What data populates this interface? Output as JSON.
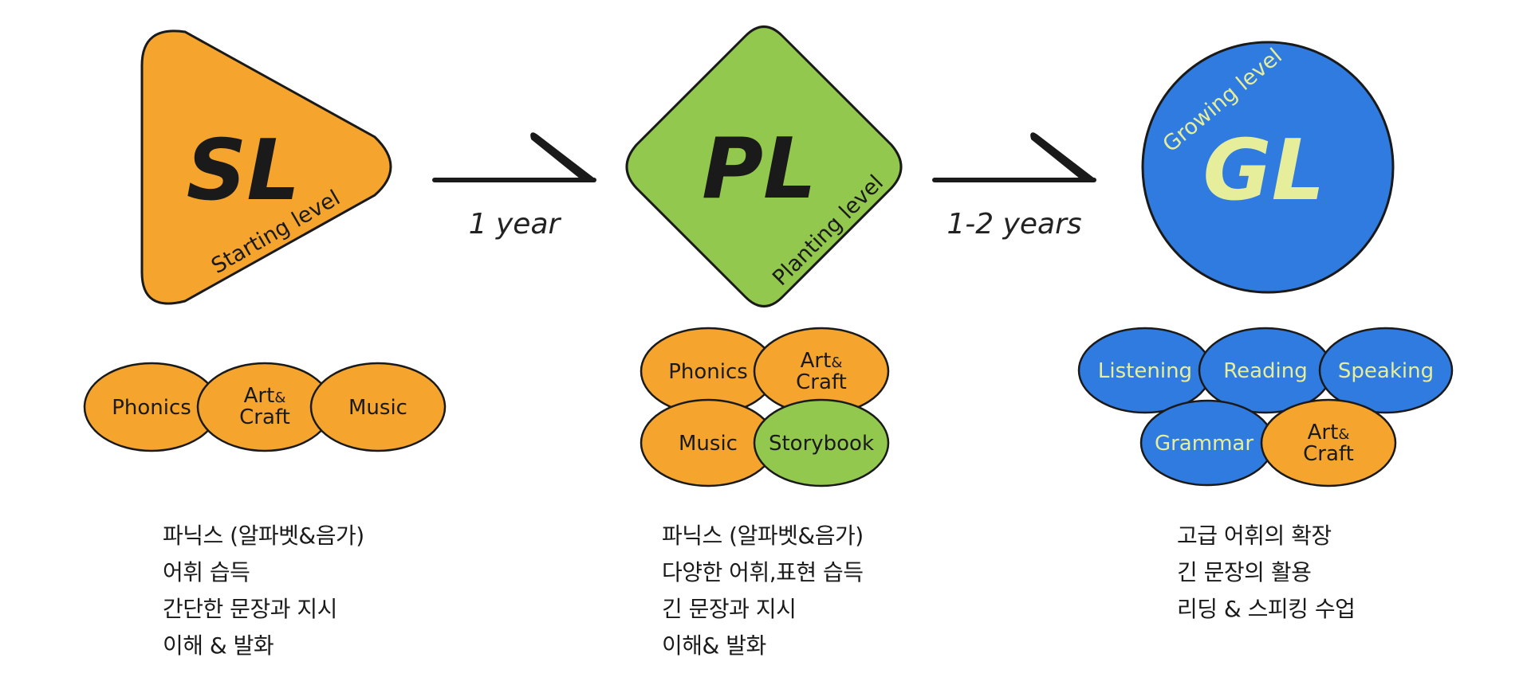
{
  "levels": [
    {
      "code": "SL",
      "name": "Starting level",
      "shape": "triangle",
      "color": "#F5A52E",
      "code_color": "#1a1a1a",
      "bubbles": [
        {
          "text": "Phonics",
          "color": "#F5A52E"
        },
        {
          "text": "Art& Craft",
          "line1": "Art",
          "amp": "&",
          "line2": "Craft",
          "color": "#F5A52E"
        },
        {
          "text": "Music",
          "color": "#F5A52E"
        }
      ],
      "description": [
        "파닉스 (알파벳&음가)",
        "어휘 습득",
        "간단한 문장과 지시",
        "이해 & 발화"
      ]
    },
    {
      "code": "PL",
      "name": "Planting level",
      "shape": "diamond",
      "color": "#92C84E",
      "code_color": "#1a1a1a",
      "bubbles": [
        {
          "text": "Phonics",
          "color": "#F5A52E"
        },
        {
          "text": "Art& Craft",
          "line1": "Art",
          "amp": "&",
          "line2": "Craft",
          "color": "#F5A52E"
        },
        {
          "text": "Music",
          "color": "#F5A52E"
        },
        {
          "text": "Storybook",
          "color": "#92C84E"
        }
      ],
      "description": [
        "파닉스 (알파벳&음가)",
        "다양한 어휘,표현 습득",
        "긴 문장과 지시",
        "이해& 발화"
      ]
    },
    {
      "code": "GL",
      "name": "Growing level",
      "shape": "circle",
      "color": "#2F7BE0",
      "code_color": "#E6EE9C",
      "bubbles": [
        {
          "text": "Listening",
          "color": "#2F7BE0"
        },
        {
          "text": "Reading",
          "color": "#2F7BE0"
        },
        {
          "text": "Speaking",
          "color": "#2F7BE0"
        },
        {
          "text": "Grammar",
          "color": "#2F7BE0"
        },
        {
          "text": "Art& Craft",
          "line1": "Art",
          "amp": "&",
          "line2": "Craft",
          "color": "#F5A52E"
        }
      ],
      "description": [
        "고급 어휘의 확장",
        "긴 문장의 활용",
        "리딩 & 스피킹 수업"
      ]
    }
  ],
  "transitions": [
    {
      "label": "1 year"
    },
    {
      "label": "1-2 years"
    }
  ],
  "colors": {
    "outline": "#1a1a1a",
    "blue_text": "#E6EE9C",
    "dark_text": "#1a1a1a"
  }
}
